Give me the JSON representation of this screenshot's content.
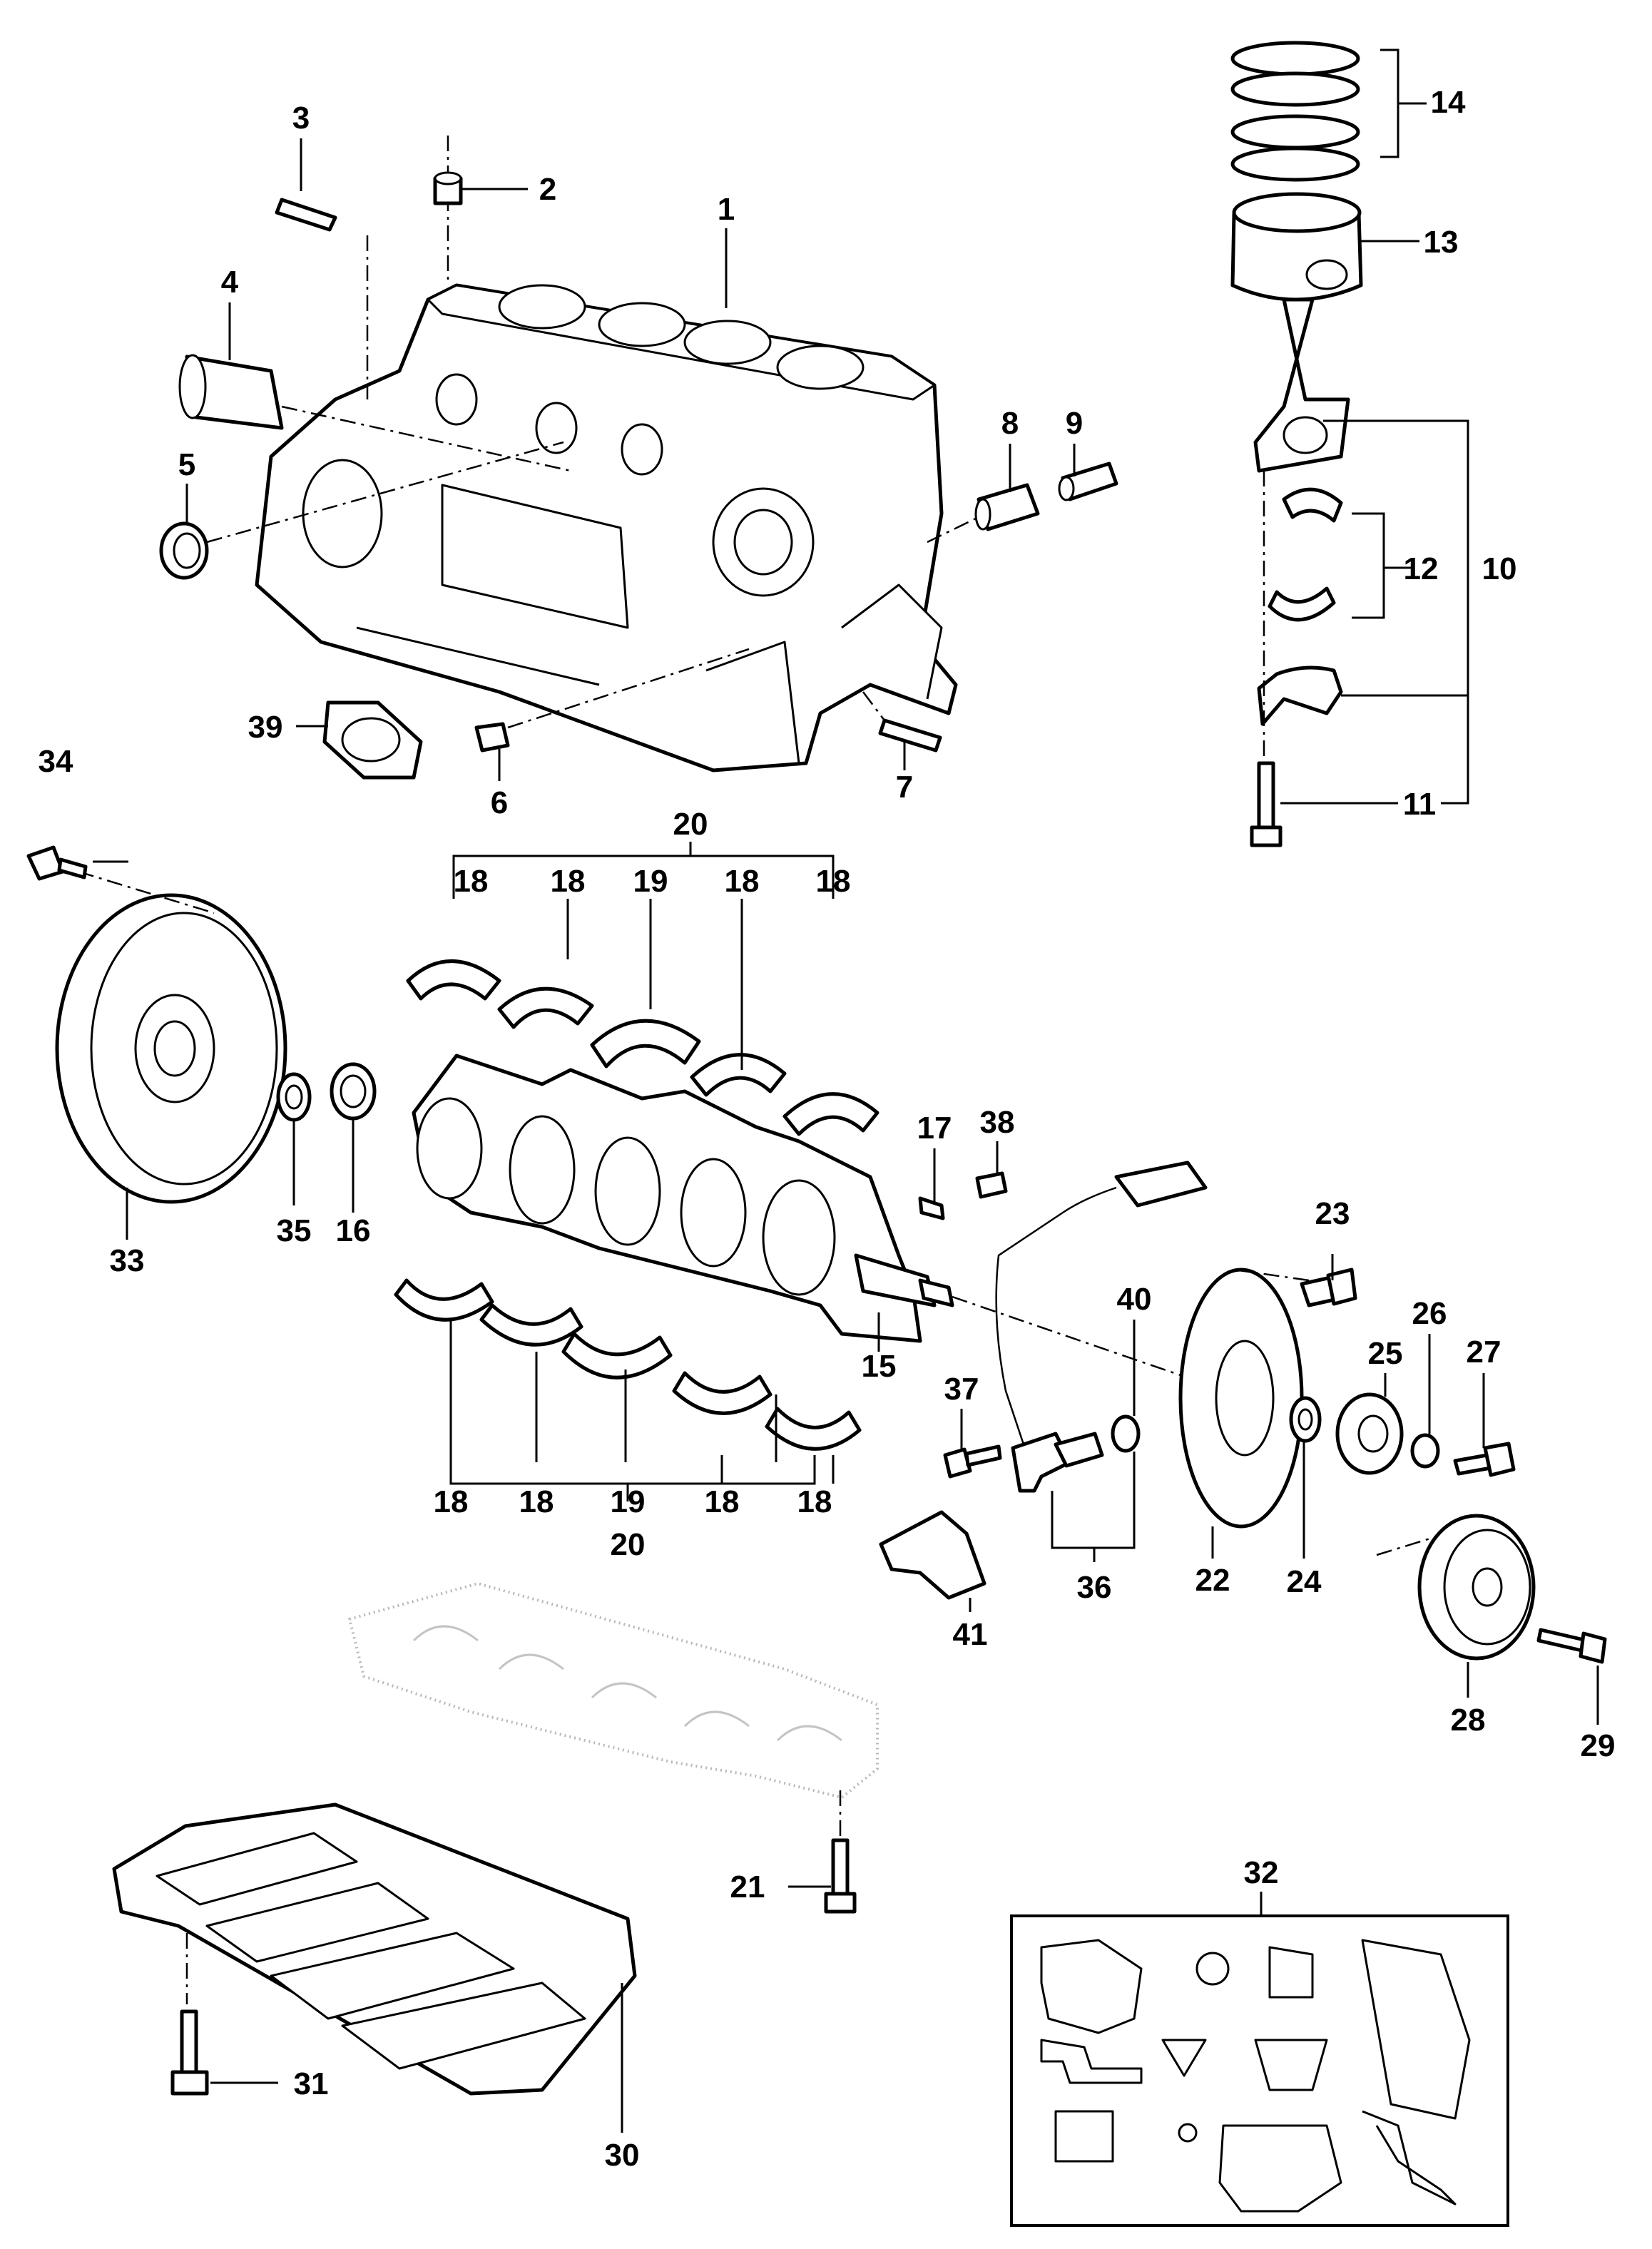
{
  "diagram": {
    "labels": {
      "n1": "1",
      "n2": "2",
      "n3": "3",
      "n4": "4",
      "n5": "5",
      "n6": "6",
      "n7": "7",
      "n8": "8",
      "n9": "9",
      "n10": "10",
      "n11": "11",
      "n12": "12",
      "n13": "13",
      "n14": "14",
      "n15": "15",
      "n16": "16",
      "n17": "17",
      "n18a": "18",
      "n18b": "18",
      "n18c": "18",
      "n18d": "18",
      "n18e": "18",
      "n18f": "18",
      "n18g": "18",
      "n18h": "18",
      "n19a": "19",
      "n19b": "19",
      "n20a": "20",
      "n20b": "20",
      "n21": "21",
      "n22": "22",
      "n23": "23",
      "n24": "24",
      "n25": "25",
      "n26": "26",
      "n27": "27",
      "n28": "28",
      "n29": "29",
      "n30": "30",
      "n31": "31",
      "n32": "32",
      "n33": "33",
      "n34": "34",
      "n35": "35",
      "n36": "36",
      "n37": "37",
      "n38": "38",
      "n39": "39",
      "n40": "40",
      "n41": "41"
    }
  }
}
